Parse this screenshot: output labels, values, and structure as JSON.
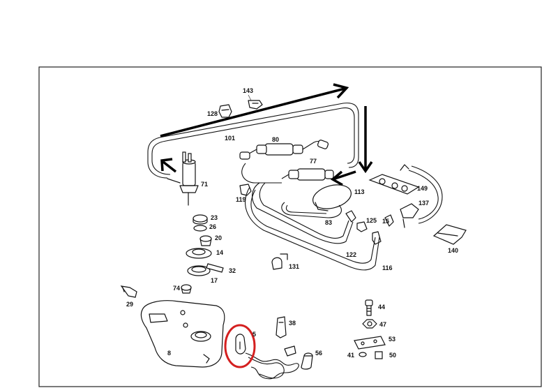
{
  "labels": {
    "p143": "143",
    "p128": "128",
    "p101": "101",
    "p80": "80",
    "p77": "77",
    "p71": "71",
    "p113": "113",
    "p149": "149",
    "p137": "137",
    "p119": "119",
    "p23": "23",
    "p26": "26",
    "p20": "20",
    "p83": "83",
    "p125": "125",
    "p15": "15",
    "p140": "140",
    "p14": "14",
    "p122": "122",
    "p131": "131",
    "p32": "32",
    "p116": "116",
    "p17": "17",
    "p74": "74",
    "p29": "29",
    "p44": "44",
    "p38": "38",
    "p47": "47",
    "p5": "5",
    "p53": "53",
    "p8": "8",
    "p56": "56",
    "p41": "41",
    "p50": "50"
  },
  "colors": {
    "line": "#111111",
    "highlight": "#d42020",
    "background": "#ffffff"
  }
}
